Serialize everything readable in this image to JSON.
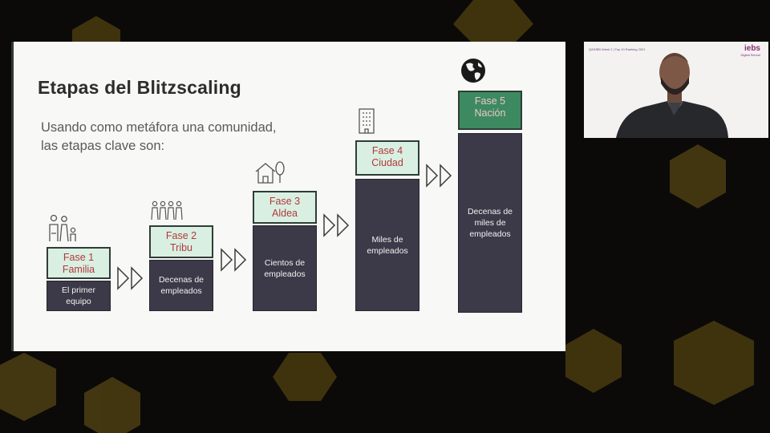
{
  "slide": {
    "title": "Etapas del Blitzscaling",
    "subtitle_line1": "Usando como metáfora una comunidad,",
    "subtitle_line2": "las etapas clave son:"
  },
  "stages": [
    {
      "phase": "Fase 1",
      "name": "Familia",
      "desc": "El primer equipo",
      "icon": "family-icon"
    },
    {
      "phase": "Fase 2",
      "name": "Tribu",
      "desc": "Decenas de empleados",
      "icon": "tribe-people-icon"
    },
    {
      "phase": "Fase 3",
      "name": "Aldea",
      "desc": "Cientos de empleados",
      "icon": "village-house-icon"
    },
    {
      "phase": "Fase 4",
      "name": "Ciudad",
      "desc": "Miles de empleados",
      "icon": "city-building-icon"
    },
    {
      "phase": "Fase 5",
      "name": "Nación",
      "desc": "Decenas de miles de empleados",
      "icon": "globe-icon"
    }
  ],
  "webcam": {
    "caption": "Q&S/BB Week 2 | Top 10 Ranking 2021",
    "logo": "iebs",
    "logo_sub": "Digital School"
  },
  "colors": {
    "bar": "#3c3a48",
    "label_light": "#d9efe2",
    "label_dark": "#3e8a60",
    "label_text": "#b23a3a",
    "hex_gold": "#c8a22a"
  }
}
